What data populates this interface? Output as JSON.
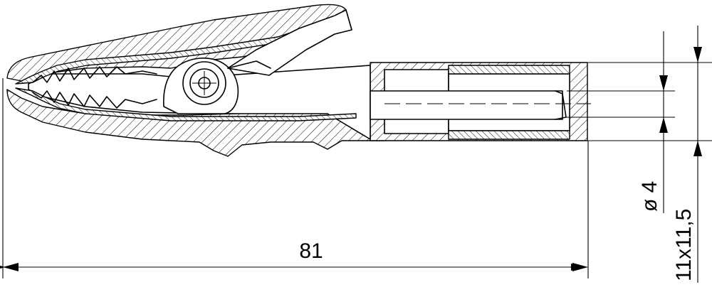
{
  "dimensions": {
    "length": "81",
    "bore_diameter": "ø 4",
    "cross_section": "11x11,5"
  }
}
